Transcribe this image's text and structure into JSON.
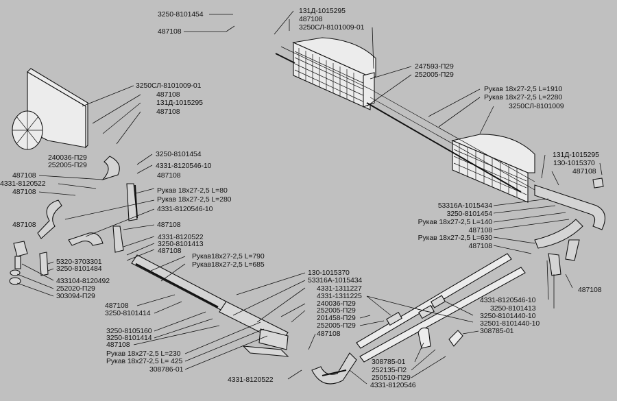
{
  "diagram": {
    "title": "Heater hose and radiator layout (exploded parts view)",
    "colors": {
      "background": "#c0c0c0",
      "ink": "#111111"
    },
    "labels": {
      "top_left_elbow": "3250-8101454",
      "top_clamp": "487108",
      "top_tube": "131Д-1015295",
      "top_clamp2": "487108",
      "top_heater": "3250СЛ-8101009-01",
      "top_screw": "247593-П29",
      "top_washer": "252005-П29",
      "hose_1910": "Рукав 18x27-2,5 L=1910",
      "hose_2280": "Рукав 18x27-2,5 L=2280",
      "right_heater": "3250СЛ-8101009",
      "left_heater": "3250СЛ-8101009-01",
      "left_clamp1": "487108",
      "left_tube": "131Д-1015295",
      "left_clamp2": "487108",
      "left_screw": "240036-П29",
      "left_washer": "252005-П29",
      "left_elbow": "3250-8101454",
      "left_hose_10": "4331-8120546-10",
      "l_clamp_a": "487108",
      "l_pipe_a": "4331-8120522",
      "l_clamp_b": "487108",
      "c_clamp_a": "487108",
      "hose_80": "Рукав 18x27-2,5 L=80",
      "hose_280": "Рукав 18x27-2,5 L=280",
      "c_hose_10": "4331-8120546-10",
      "l_clamp_c": "487108",
      "c_clamp_b": "487108",
      "c_pipe": "4331-8120522",
      "c_tee": "3250-8101413",
      "c_clamp_c": "487108",
      "tap_5320": "5320-3703301",
      "tee_3250": "3250-8101484",
      "fitting": "433104-8120492",
      "washer_252020": "252020-П29",
      "nut_303094": "303094-П29",
      "hose_790": "Рукав18x27-2,5 L=790",
      "hose_685": "Рукав18x27-2,5 L=685",
      "b_clamp_a": "487108",
      "b_tee_a": "3250-8101414",
      "b_8105160": "3250-8105160",
      "b_tee_b": "3250-8101414",
      "b_clamp_b": "487108",
      "hose_230": "Рукав 18x27-2,5 L=230",
      "hose_425": "Рукав 18x27-2,5 L= 425",
      "bracket_308786": "308786-01",
      "bot_pipe": "4331-8120522",
      "m_tap": "130-1015370",
      "m_53316": "53316А-1015434",
      "m_1311227": "4331-1311227",
      "m_1311225": "4331-1311225",
      "m_screw": "240036-П29",
      "m_washer": "252005-П29",
      "m_bolt": "201458-П29",
      "m_washer2": "252005-П29",
      "m_clamp": "487108",
      "m_bracket": "308785-01",
      "m_washer3": "252135-П2",
      "m_nut": "250510-П29",
      "m_hose": "4331-8120546",
      "r_bracket": "308785-01",
      "r_tube": "131Д-1015295",
      "r_tap": "130-1015370",
      "r_clamp": "487108",
      "r_53316": "53316А-1015434",
      "r_elbow": "3250-8101454",
      "hose_140": "Рукав 18x27-2,5 L=140",
      "r_clamp2": "487108",
      "hose_630": "Рукав 18x27-2,5 L=630",
      "r_clamp3": "487108",
      "r_hose_10": "4331-8120546-10",
      "r_tee": "3250-8101413",
      "r_pipe_a": "3250-8101440-10",
      "r_pipe_b": "32501-8101440-10",
      "r_clamp4": "487108"
    }
  }
}
